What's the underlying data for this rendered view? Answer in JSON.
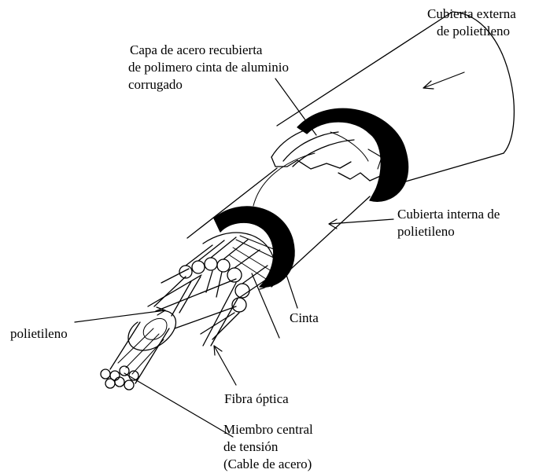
{
  "labels": {
    "outer_jacket": [
      "Cubierta externa",
      "de polietileno"
    ],
    "steel_layer": [
      "Capa de acero recubierta",
      "de polimero cinta de aluminio",
      "corrugado"
    ],
    "inner_jacket": [
      "Cubierta interna de",
      "polietileno"
    ],
    "tape": "Cinta",
    "polyethylene": "polietileno",
    "optical_fiber": "Fibra óptica",
    "strength_member": [
      "Miembro central",
      "de tensión",
      "(Cable de acero)"
    ]
  }
}
